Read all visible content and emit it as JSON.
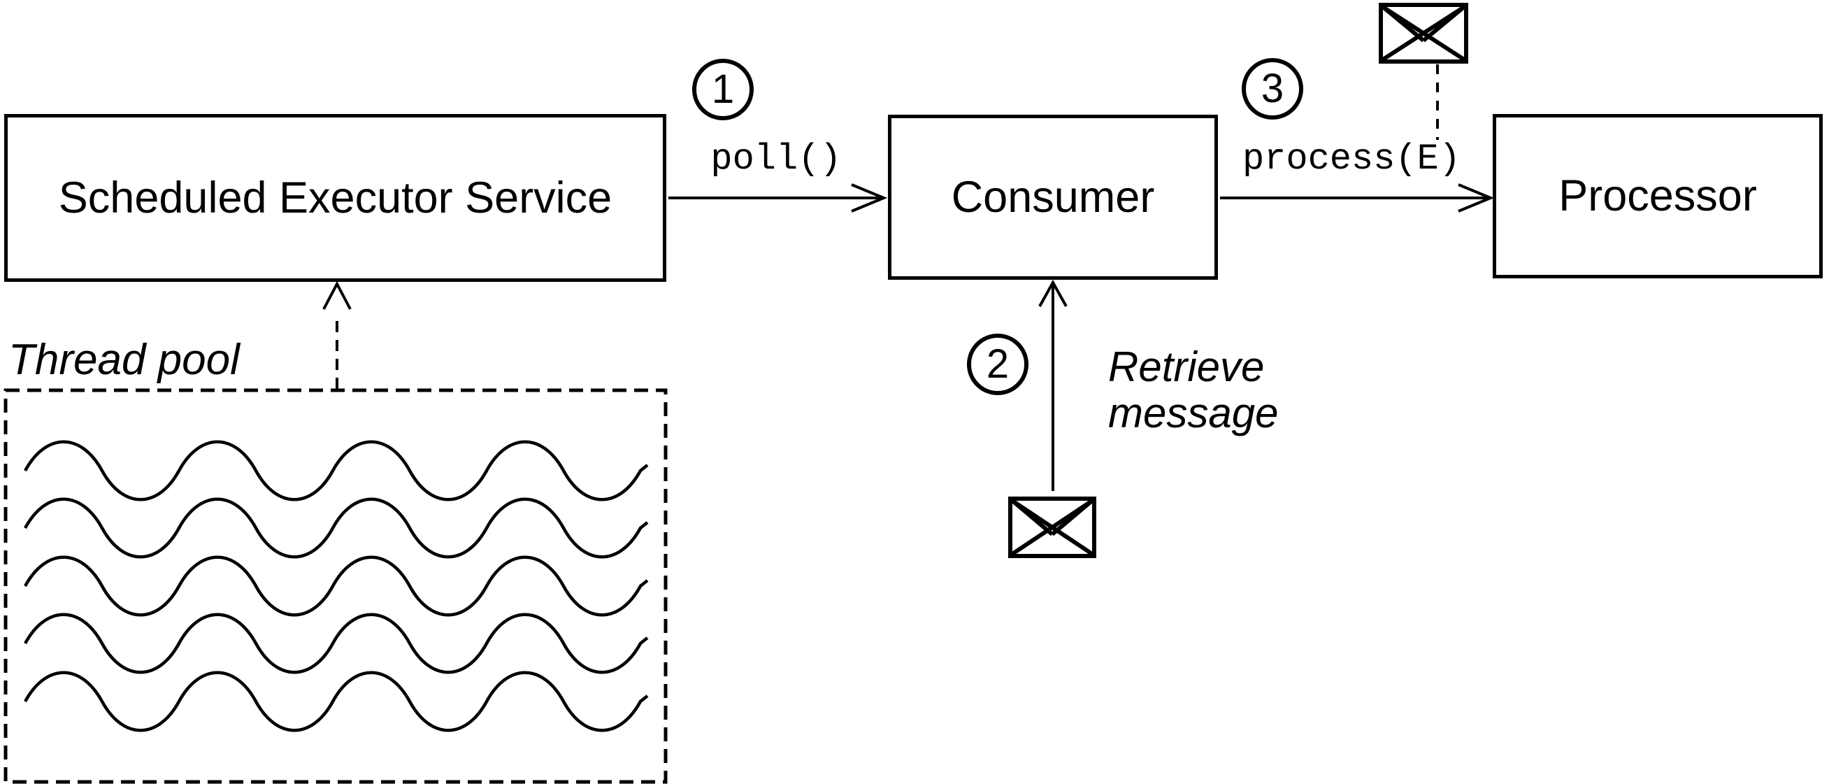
{
  "colors": {
    "ink": "#000000",
    "background": "#ffffff"
  },
  "nodes": {
    "scheduled_executor_service": {
      "label": "Scheduled Executor Service"
    },
    "consumer": {
      "label": "Consumer"
    },
    "processor": {
      "label": "Processor"
    }
  },
  "steps": {
    "step1": {
      "number": "1",
      "method": "poll()"
    },
    "step2": {
      "number": "2",
      "lines": [
        "Retrieve",
        "message"
      ]
    },
    "step3": {
      "number": "3",
      "method": "process(E)"
    }
  },
  "thread_pool": {
    "label": "Thread pool"
  },
  "icons": {
    "envelope_top": "message-envelope-icon",
    "envelope_middle": "message-envelope-icon",
    "waves": "thread-wave-icon"
  }
}
